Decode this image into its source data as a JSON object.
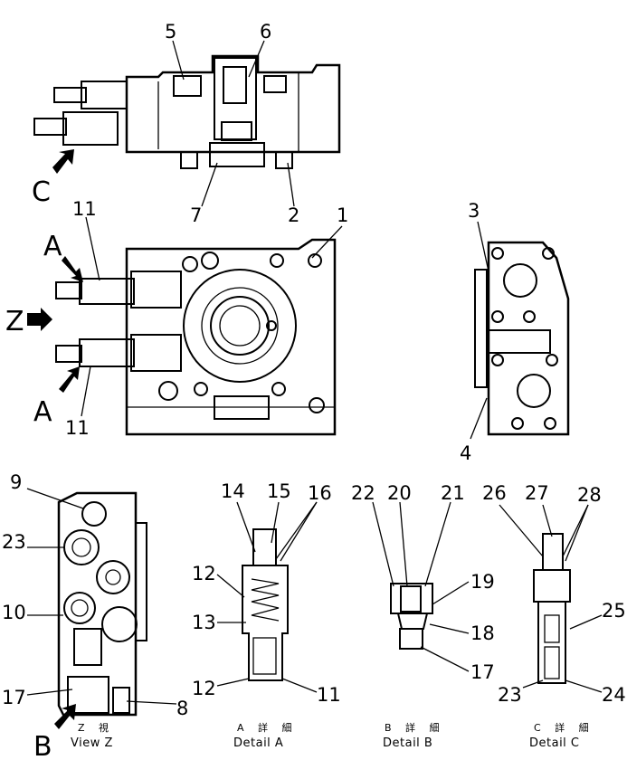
{
  "view_labels": {
    "c": "C",
    "a_top": "A",
    "z": "Z",
    "a_bottom": "A",
    "b": "B"
  },
  "part_numbers": {
    "p5": "5",
    "p6": "6",
    "p7": "7",
    "p2": "2",
    "p11_top": "11",
    "p1": "1",
    "p11_bottom": "11",
    "p3": "3",
    "p4": "4",
    "p9": "9",
    "p23_z": "23",
    "p10": "10",
    "p17_z": "17",
    "p8": "8",
    "p14": "14",
    "p15": "15",
    "p16": "16",
    "p12_top": "12",
    "p13": "13",
    "p12_bottom": "12",
    "p11_detail": "11",
    "p22": "22",
    "p20": "20",
    "p21": "21",
    "p19": "19",
    "p18": "18",
    "p17_detail": "17",
    "p26": "26",
    "p27": "27",
    "p28": "28",
    "p25": "25",
    "p23_detail": "23",
    "p24": "24"
  },
  "captions": {
    "view_z_jp": "Z 視",
    "view_z": "View Z",
    "detail_a_jp": "A 詳 細",
    "detail_a": "Detail A",
    "detail_b_jp": "B 詳 細",
    "detail_b": "Detail B",
    "detail_c_jp": "C 詳 細",
    "detail_c": "Detail C"
  },
  "icons": [
    "view-arrow-icon"
  ]
}
